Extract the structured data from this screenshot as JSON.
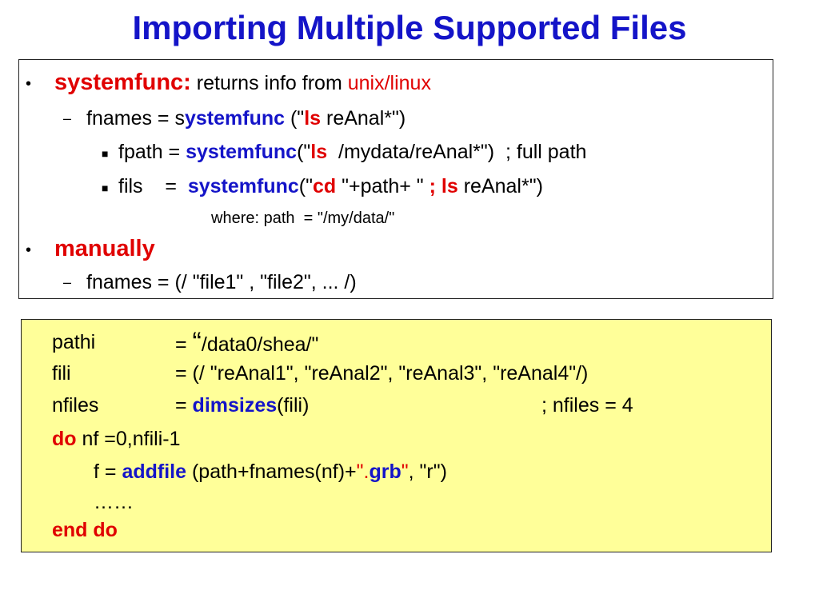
{
  "title": "Importing Multiple Supported Files",
  "section1": {
    "bullet1": {
      "keyword": "systemfunc:",
      "text": " returns info from ",
      "highlight": "unix/linux"
    },
    "sub1": {
      "pre": "fnames = s",
      "func": "ystemfunc",
      "mid": " (\"",
      "cmd": "ls",
      "post": " reAnal*\")"
    },
    "sub1a": {
      "pre": "fpath = ",
      "func": "systemfunc",
      "mid": "(\"",
      "cmd": "ls",
      "post": "  /mydata/reAnal*\")  ; full path"
    },
    "sub1b": {
      "pre": "fils    =  ",
      "func": "systemfunc",
      "mid": "(\"",
      "cmd": "cd",
      "mid2": " \"+path+ \" ",
      "cmd2": "; ls",
      "post": " reAnal*\")"
    },
    "where_note": "where: path  = \"/my/data/\"",
    "bullet2": {
      "keyword": "manually"
    },
    "sub2": {
      "text": "fnames = (/ \"file1\" , \"file2\", ... /)"
    }
  },
  "section2": {
    "l1": {
      "name": "pathi",
      "eq": "= ",
      "quote": "“",
      "value": "/data0/shea/\""
    },
    "l2": {
      "name": "fili",
      "value": "= (/ \"reAnal1\", \"reAnal2\", \"reAnal3\", \"reAnal4\"/)"
    },
    "l3": {
      "name": "nfiles",
      "eq": "= ",
      "func": "dimsizes",
      "arg": "(fili)",
      "comment": "; nfiles = 4"
    },
    "l4": {
      "kw": "do",
      "text": " nf =0,nfili-1"
    },
    "l5": {
      "pre": "f = ",
      "func": "addfile",
      "mid": " (path+fnames(nf)+",
      "q1": "\".",
      "ext": "grb",
      "q2": "\"",
      "post": ", \"r\")"
    },
    "l6": {
      "text": "……"
    },
    "l7": {
      "kw": "end do"
    }
  }
}
